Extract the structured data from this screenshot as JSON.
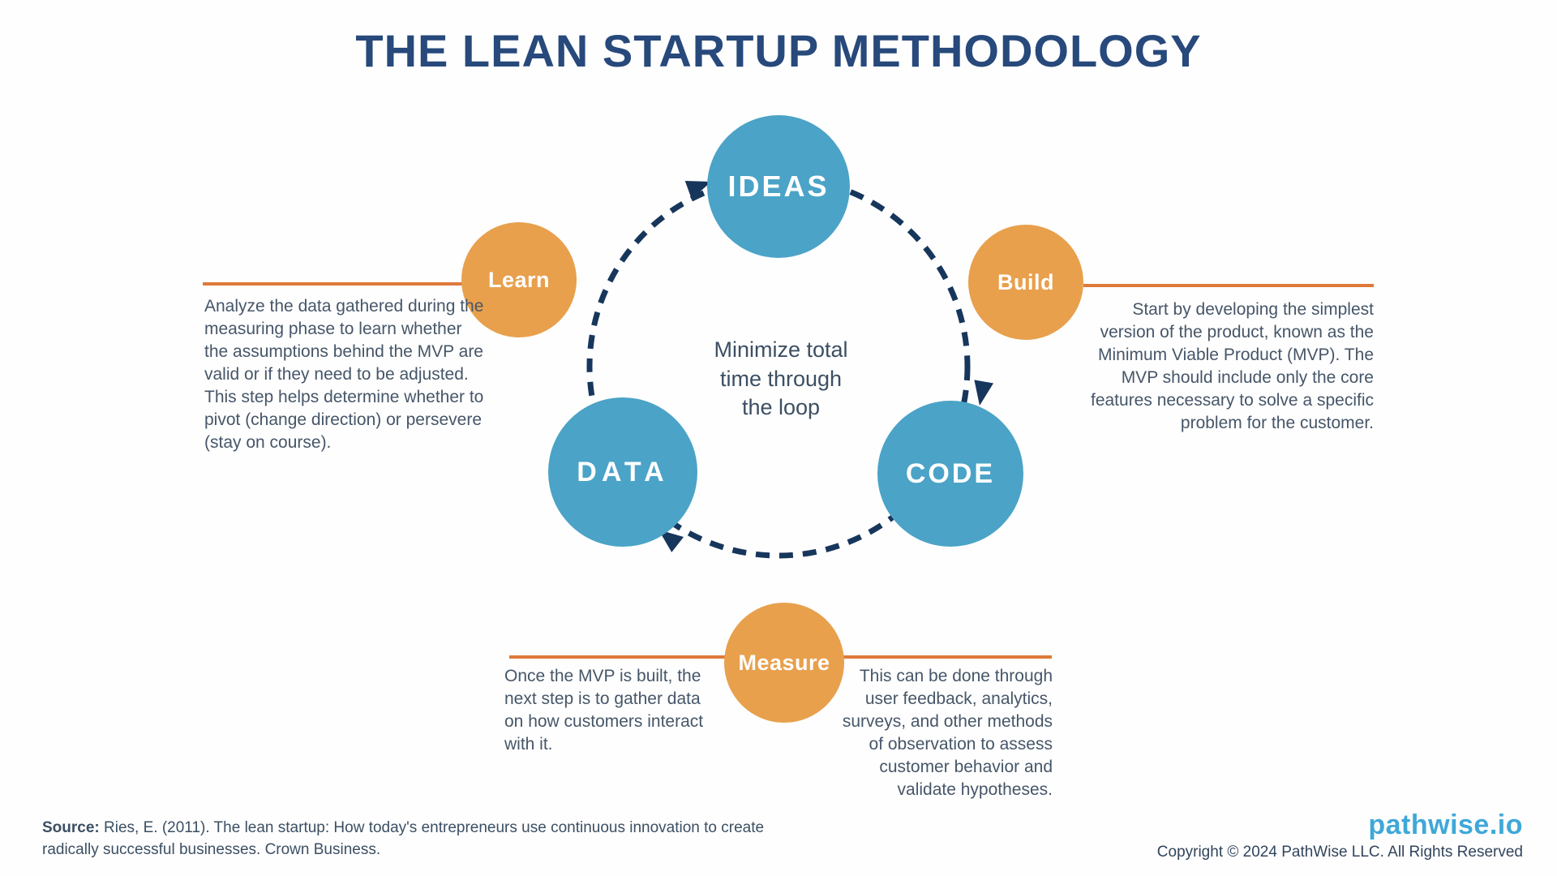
{
  "title": "THE LEAN STARTUP METHODOLOGY",
  "loop": {
    "center_note": "Minimize total\ntime through\nthe loop",
    "nodes": {
      "ideas": "IDEAS",
      "data": "DATA",
      "code": "CODE"
    },
    "steps": {
      "learn": "Learn",
      "build": "Build",
      "measure": "Measure"
    }
  },
  "descriptions": {
    "learn": "Analyze the data gathered during the measuring phase to learn whether the assumptions behind the MVP are valid or if they need to be adjusted. This step helps determine whether to pivot (change direction) or persevere (stay on course).",
    "build": "Start by developing the simplest version of the product, known as the Minimum Viable Product (MVP). The MVP should include only the core features necessary to solve a specific problem for the customer.",
    "measure_left": "Once the MVP is built, the next step is to gather data on how customers interact with it.",
    "measure_right": "This can be done through user feedback, analytics, surveys, and other methods of observation to assess customer behavior and validate hypotheses."
  },
  "footer": {
    "source_label": "Source:",
    "source_text": " Ries, E. (2011). The lean startup: How today's entrepreneurs use continuous innovation to create radically successful businesses. Crown Business.",
    "brand": "pathwise.io",
    "copyright": "Copyright © 2024 PathWise LLC. All Rights Reserved"
  },
  "colors": {
    "blue_circle": "#4BA3C7",
    "orange_circle": "#E8A04D",
    "orange_line": "#DE7A3A",
    "loop_dash_navy": "#17365C",
    "title_navy": "#27497B",
    "body_text": "#465668",
    "brand_blue": "#3FA8D8"
  }
}
